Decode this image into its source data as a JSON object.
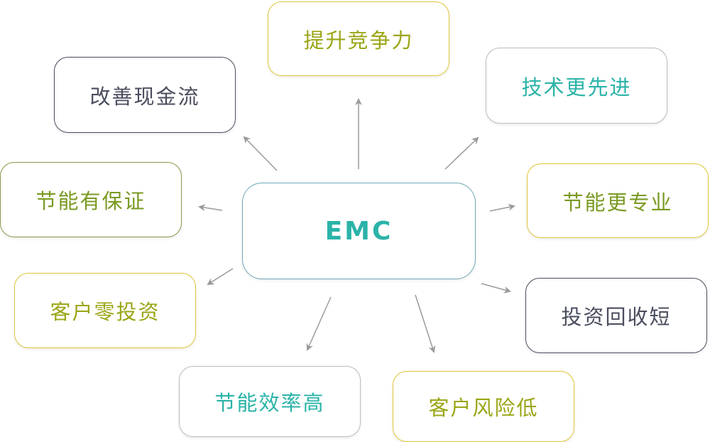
{
  "center": {
    "label": "EMC",
    "text_color": "#2bb3a8",
    "border_color": "#6fa8b8"
  },
  "benefits": [
    {
      "id": "competitiveness",
      "label": "提升竞争力",
      "text_color": "#9aa616",
      "border_color": "#e0c53a"
    },
    {
      "id": "technology",
      "label": "技术更先进",
      "text_color": "#2bb3a8",
      "border_color": "#b8bcc4"
    },
    {
      "id": "professional",
      "label": "节能更专业",
      "text_color": "#7a9a22",
      "border_color": "#e0c53a"
    },
    {
      "id": "payback",
      "label": "投资回收短",
      "text_color": "#4a4d5e",
      "border_color": "#4a4d5e"
    },
    {
      "id": "low-risk",
      "label": "客户风险低",
      "text_color": "#9aa616",
      "border_color": "#e0c53a"
    },
    {
      "id": "efficiency",
      "label": "节能效率高",
      "text_color": "#2bb3a8",
      "border_color": "#b8bcc4"
    },
    {
      "id": "zero-investment",
      "label": "客户零投资",
      "text_color": "#9aa616",
      "border_color": "#e0c53a"
    },
    {
      "id": "guaranteed",
      "label": "节能有保证",
      "text_color": "#7a9a22",
      "border_color": "#8a9a4a"
    },
    {
      "id": "cash-flow",
      "label": "改善现金流",
      "text_color": "#4a4d5e",
      "border_color": "#4a4d5e"
    }
  ],
  "arrow_color": "#9a9a9a"
}
